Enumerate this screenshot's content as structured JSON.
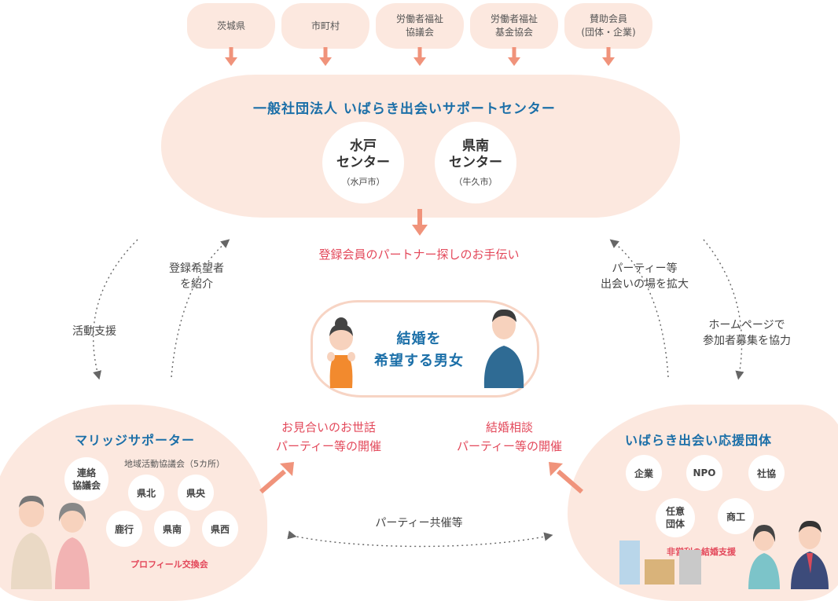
{
  "funders": [
    "茨城県",
    "市町村",
    "労働者福祉\n協議会",
    "労働者福祉\n基金協会",
    "賛助会員\n(団体・企業)"
  ],
  "center": {
    "title": "一般社団法人  いばらき出会いサポートセンター",
    "mito": {
      "name": "水戸\nセンター",
      "city": "（水戸市）"
    },
    "kennan": {
      "name": "県南\nセンター",
      "city": "（牛久市）"
    }
  },
  "partner_search": "登録会員のパートナー探しのお手伝い",
  "labels": {
    "activity_support": "活動支援",
    "introduce": "登録希望者\nを紹介",
    "party_expand": "パーティー等\n出会いの場を拡大",
    "homepage": "ホームページで\n参加者募集を協力",
    "joint_party": "パーティー共催等"
  },
  "couple": {
    "title": "結婚を\n希望する男女"
  },
  "omiai": "お見合いのお世話\nパーティー等の開催",
  "consult": "結婚相談\nパーティー等の開催",
  "supporter": {
    "title": "マリッジサポーター",
    "regional": "地域活動協議会（5カ所）",
    "liaison": "連絡\n協議会",
    "areas": [
      "県北",
      "県央",
      "鹿行",
      "県南",
      "県西"
    ],
    "profile": "プロフィール交換会"
  },
  "support_groups": {
    "title": "いばらき出会い応援団体",
    "items": [
      "企業",
      "NPO",
      "社協",
      "任意\n団体",
      "商工"
    ],
    "nonprofit": "非営利の結婚支援"
  },
  "colors": {
    "blob": "#fce8df",
    "arrow": "#f0937b",
    "title_blue": "#1b6fa8",
    "red": "#e3485a"
  }
}
